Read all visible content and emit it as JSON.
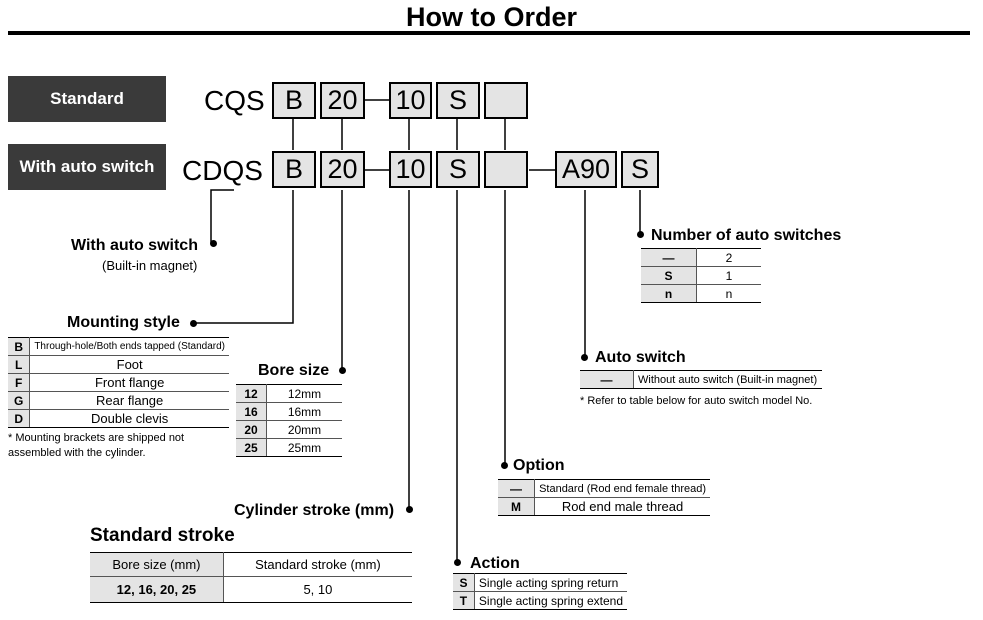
{
  "title": "How to Order",
  "variants": {
    "standard": {
      "label": "Standard",
      "prefix": "CQS",
      "boxes": [
        "B",
        "20",
        "10",
        "S",
        ""
      ]
    },
    "auto_switch": {
      "label": "With auto switch",
      "prefix": "CDQS",
      "boxes": [
        "B",
        "20",
        "10",
        "S",
        "",
        "A90",
        "S"
      ]
    }
  },
  "with_auto_switch": {
    "heading": "With auto switch",
    "note": "(Built-in magnet)"
  },
  "mounting_style": {
    "heading": "Mounting style",
    "rows": [
      {
        "code": "B",
        "desc": "Through-hole/Both ends tapped (Standard)"
      },
      {
        "code": "L",
        "desc": "Foot"
      },
      {
        "code": "F",
        "desc": "Front flange"
      },
      {
        "code": "G",
        "desc": "Rear flange"
      },
      {
        "code": "D",
        "desc": "Double clevis"
      }
    ],
    "note": "* Mounting brackets are shipped not assembled with the cylinder."
  },
  "bore_size": {
    "heading": "Bore size",
    "rows": [
      {
        "code": "12",
        "desc": "12mm"
      },
      {
        "code": "16",
        "desc": "16mm"
      },
      {
        "code": "20",
        "desc": "20mm"
      },
      {
        "code": "25",
        "desc": "25mm"
      }
    ]
  },
  "cylinder_stroke": {
    "heading": "Cylinder stroke (mm)"
  },
  "standard_stroke": {
    "heading": "Standard stroke",
    "headers": [
      "Bore size (mm)",
      "Standard stroke (mm)"
    ],
    "row": [
      "12, 16, 20, 25",
      "5, 10"
    ]
  },
  "action": {
    "heading": "Action",
    "rows": [
      {
        "code": "S",
        "desc": "Single acting spring return"
      },
      {
        "code": "T",
        "desc": "Single acting spring extend"
      }
    ]
  },
  "option": {
    "heading": "Option",
    "rows": [
      {
        "code": "—",
        "desc": "Standard (Rod end female thread)"
      },
      {
        "code": "M",
        "desc": "Rod end male thread"
      }
    ]
  },
  "auto_switch": {
    "heading": "Auto switch",
    "rows": [
      {
        "code": "—",
        "desc": "Without auto switch (Built-in magnet)"
      }
    ],
    "note": "* Refer to table below for auto switch model No."
  },
  "num_switches": {
    "heading": "Number of auto switches",
    "rows": [
      {
        "code": "—",
        "desc": "2"
      },
      {
        "code": "S",
        "desc": "1"
      },
      {
        "code": "n",
        "desc": "n"
      }
    ]
  }
}
